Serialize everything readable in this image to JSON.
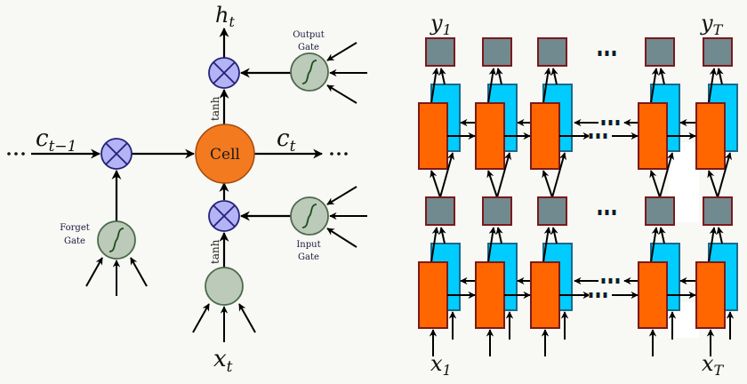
{
  "figure": {
    "left_panel": {
      "title": "LSTM memory cell",
      "cell_label": "Cell",
      "gates": [
        {
          "id": "output",
          "label_line1": "Output",
          "label_line2": "Gate",
          "activation": "sigmoid"
        },
        {
          "id": "input",
          "label_line1": "Input",
          "label_line2": "Gate",
          "activation": "sigmoid"
        },
        {
          "id": "forget",
          "label_line1": "Forget",
          "label_line2": "Gate",
          "activation": "sigmoid"
        }
      ],
      "activation_labels": {
        "top": "tanh",
        "bottom": "tanh"
      },
      "symbols": {
        "h_base": "h",
        "h_sub": "t",
        "x_base": "x",
        "x_sub": "t",
        "c_prev_base": "c",
        "c_prev_sub": "t−1",
        "c_base": "c",
        "c_sub": "t",
        "ellipsis": "···"
      }
    },
    "right_panel": {
      "title": "Stacked bidirectional RNN",
      "symbols": {
        "y_first_base": "y",
        "y_first_sub": "1",
        "y_last_base": "y",
        "y_last_sub": "T",
        "x_first_base": "x",
        "x_first_sub": "1",
        "x_last_base": "x",
        "x_last_sub": "T",
        "ellipsis": "···"
      },
      "layers": 2,
      "timesteps_shown": 5
    },
    "colors": {
      "background": "#f8f8f4",
      "cell_fill": "#f47a1f",
      "cell_stroke": "#a34a10",
      "multiply_fill": "#b3b3f5",
      "multiply_stroke": "#22227a",
      "gate_fill": "#bccab9",
      "gate_stroke": "#4c6a4c",
      "sigmoid_curve": "#1b4d1b",
      "forward_fill": "#ff6600",
      "forward_stroke": "#7a1a1a",
      "backward_fill": "#00ccff",
      "backward_stroke": "#1a6a8a",
      "output_fill": "#718a90",
      "output_stroke": "#7a1a1a"
    }
  }
}
